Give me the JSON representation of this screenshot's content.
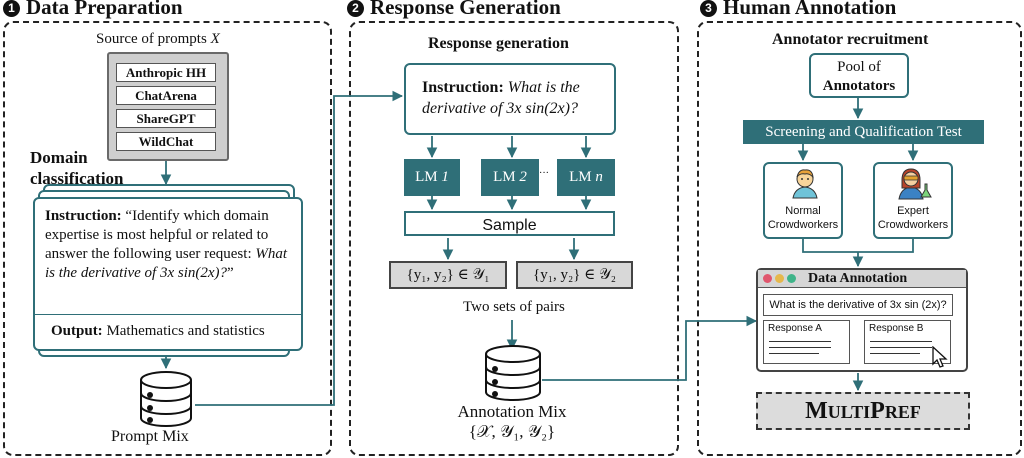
{
  "stages": [
    {
      "num": "1",
      "title": "Data Preparation"
    },
    {
      "num": "2",
      "title": "Response Generation"
    },
    {
      "num": "3",
      "title": "Human Annotation"
    }
  ],
  "data_prep": {
    "source_label": "Source of prompts",
    "source_var": "X",
    "sources": [
      "Anthropic HH",
      "ChatArena",
      "ShareGPT",
      "WildChat"
    ],
    "domain_title_line1": "Domain",
    "domain_title_line2": "classification",
    "instruction_label": "Instruction:",
    "instruction_text": " “Identify which domain expertise is most helpful or related to answer the following user request: ",
    "instruction_italic": "What is the derivative of 3x sin(2x)?",
    "instruction_end": "”",
    "output_label": "Output:",
    "output_text": " Mathematics and statistics",
    "db_label": "Prompt Mix"
  },
  "response_gen": {
    "subtitle": "Response generation",
    "instruction_label": "Instruction:",
    "instruction_italic": "What is the derivative of 3x sin(2x)?",
    "lms": [
      {
        "prefix": "LM ",
        "index": "1"
      },
      {
        "prefix": "LM ",
        "index": "2"
      },
      {
        "prefix": "LM ",
        "index": "n"
      }
    ],
    "ellipsis": "···",
    "sample_label": "Sample",
    "pairs": [
      "{y₁, y₂} ∈ 𝒴₁",
      "{y₁, y₂} ∈ 𝒴₂"
    ],
    "pairs_caption": "Two sets of pairs",
    "db_label": "Annotation Mix",
    "db_set": "{𝒳, 𝒴₁, 𝒴₂}"
  },
  "human_ann": {
    "subtitle": "Annotator recruitment",
    "pool_line1": "Pool of",
    "pool_line2": "Annotators",
    "screening": "Screening and Qualification Test",
    "normal_line1": "Normal",
    "normal_line2": "Crowdworkers",
    "expert_line1": "Expert",
    "expert_line2": "Crowdworkers",
    "window_title": "Data Annotation",
    "question": "What is the derivative of 3x sin (2x)?",
    "response_a": "Response A",
    "response_b": "Response B",
    "result_big1": "M",
    "result_small1": "ULTI",
    "result_big2": "P",
    "result_small2": "REF"
  },
  "colors": {
    "accent": "#2f6f78",
    "gray": "#d8d8d8",
    "window_dots": [
      "#e0566d",
      "#e6b84c",
      "#3fb489"
    ]
  }
}
